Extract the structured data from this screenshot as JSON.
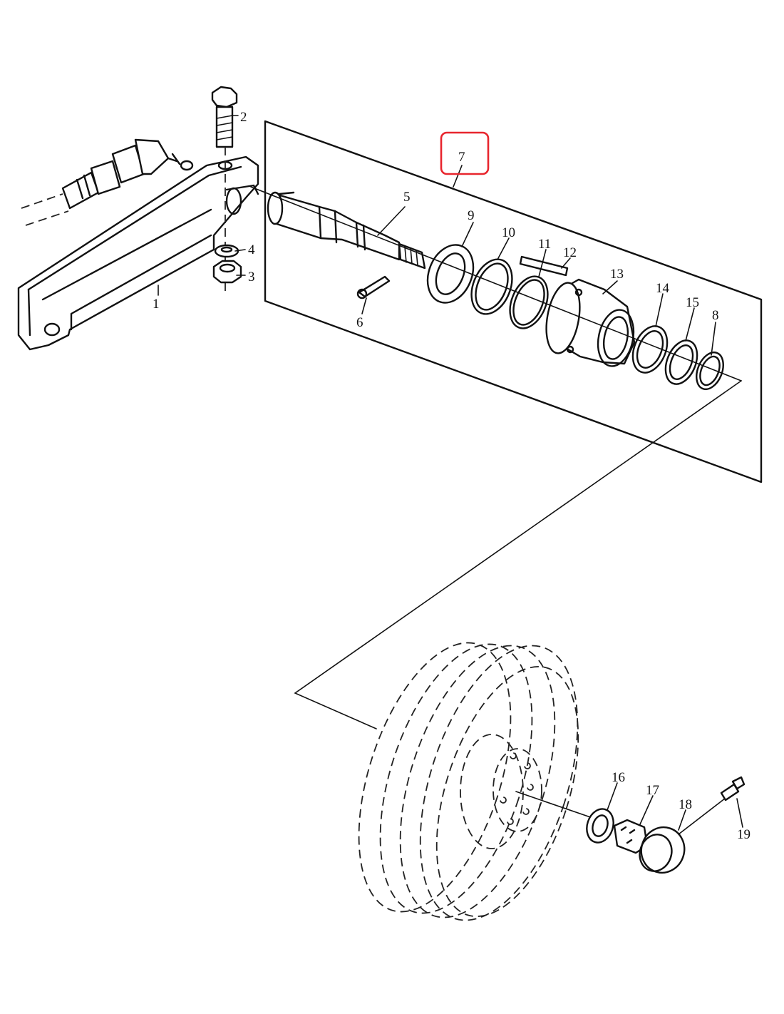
{
  "diagram": {
    "highlight_color": "#e8262e",
    "line_color": "#111111",
    "highlighted_part": "7",
    "parts": [
      {
        "id": "p1",
        "label": "1"
      },
      {
        "id": "p2",
        "label": "2"
      },
      {
        "id": "p3",
        "label": "3"
      },
      {
        "id": "p4",
        "label": "4"
      },
      {
        "id": "p5",
        "label": "5"
      },
      {
        "id": "p6",
        "label": "6"
      },
      {
        "id": "p7",
        "label": "7"
      },
      {
        "id": "p8",
        "label": "8"
      },
      {
        "id": "p9",
        "label": "9"
      },
      {
        "id": "p10",
        "label": "10"
      },
      {
        "id": "p11",
        "label": "11"
      },
      {
        "id": "p12",
        "label": "12"
      },
      {
        "id": "p13",
        "label": "13"
      },
      {
        "id": "p14",
        "label": "14"
      },
      {
        "id": "p15",
        "label": "15"
      },
      {
        "id": "p16",
        "label": "16"
      },
      {
        "id": "p17",
        "label": "17"
      },
      {
        "id": "p18",
        "label": "18"
      },
      {
        "id": "p19",
        "label": "19"
      }
    ]
  }
}
